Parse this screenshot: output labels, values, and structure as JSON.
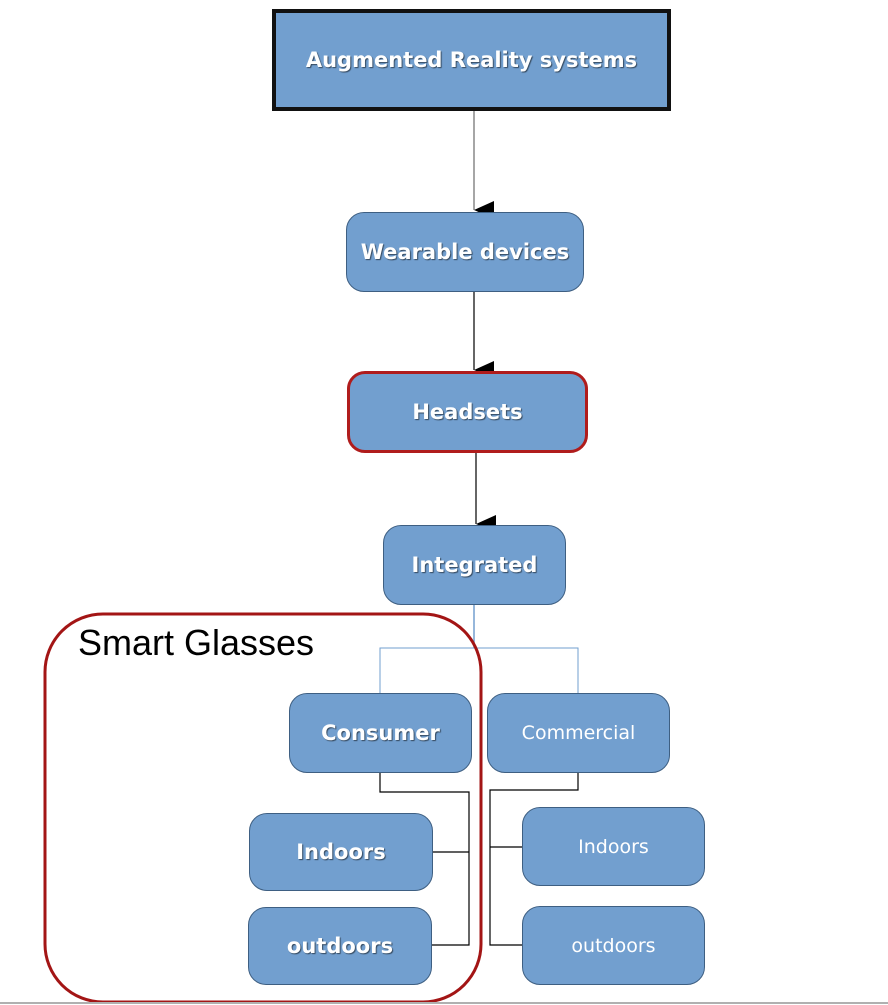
{
  "diagram": {
    "root": "Augmented Reality systems",
    "level1": "Wearable devices",
    "level2": "Headsets",
    "level3": "Integrated",
    "group_label": "Smart Glasses",
    "consumer": {
      "label": "Consumer",
      "children": [
        "Indoors",
        "outdoors"
      ]
    },
    "commercial": {
      "label": "Commercial",
      "children": [
        "Indoors",
        "outdoors"
      ]
    },
    "colors": {
      "box_fill": "#729fcf",
      "box_border": "#3e5f82",
      "highlight": "#b01c1c",
      "connector": "#000000",
      "branch_connector": "#729fcf"
    }
  }
}
